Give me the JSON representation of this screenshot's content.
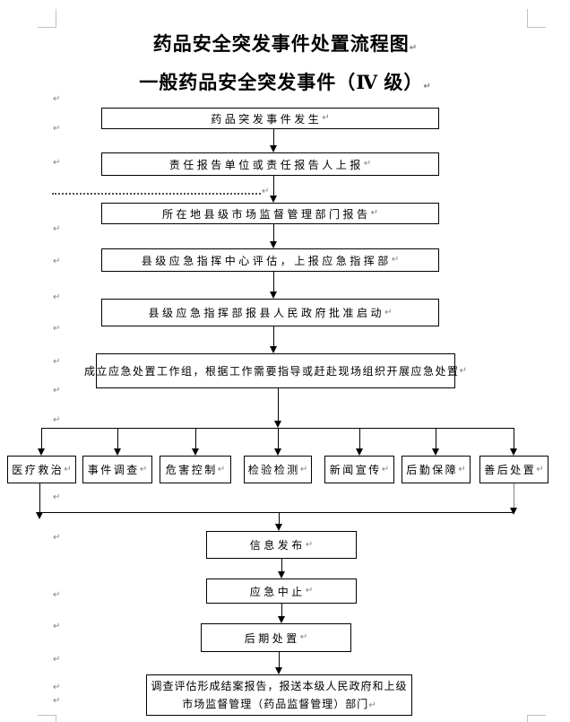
{
  "document": {
    "title_line1": "药品安全突发事件处置流程图",
    "title_line2": "一般药品安全突发事件（Ⅳ 级）"
  },
  "flow": {
    "step_incident": "药品突发事件发生",
    "step_report_unit": "责任报告单位或责任报告人上报",
    "step_market_report": "所在地县级市场监督管理部门报告",
    "step_assess": "县级应急指挥中心评估，上报应急指挥部",
    "step_approval": "县级应急指挥部报县人民政府批准启动",
    "step_workgroup": "成立应急处置工作组，根据工作需要指导或赶赴现场组织开展应急处置",
    "tasks": [
      {
        "label": "医疗救治"
      },
      {
        "label": "事件调查"
      },
      {
        "label": "危害控制"
      },
      {
        "label": "检验检测"
      },
      {
        "label": "新闻宣传"
      },
      {
        "label": "后勤保障"
      },
      {
        "label": "善后处置"
      }
    ],
    "step_info_release": "信息发布",
    "step_termination": "应急中止",
    "step_post_disposal": "后期处置",
    "step_final_line1": "调查评估形成结案报告，报送本级人民政府和上级",
    "step_final_line2": "市场监督管理（药品监督管理）部门"
  },
  "symbols": {
    "pilcrow": "↵"
  },
  "colors": {
    "ink": "#000000",
    "gray_line": "#808080",
    "boundary_mark": "#c0c0c0"
  }
}
